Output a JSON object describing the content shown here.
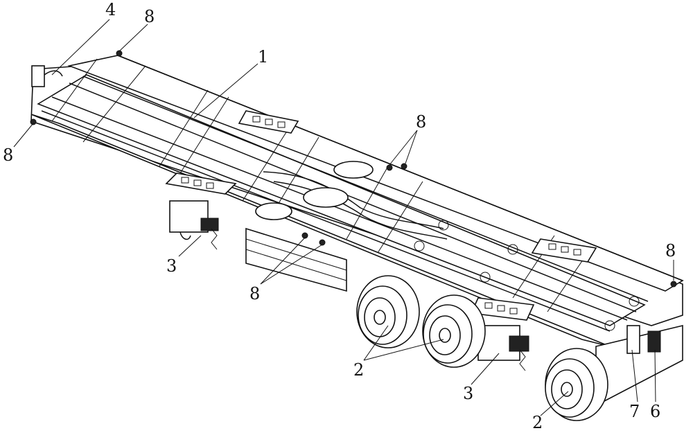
{
  "figure": {
    "labels": {
      "frame": "1",
      "wheel_front_pair": "2",
      "wheel_rear": "2",
      "suspension_front": "3",
      "suspension_rear": "3",
      "coupler": "4",
      "part_six": "6",
      "part_seven": "7",
      "lock_top": "8",
      "lock_left": "8",
      "lock_mid_right": "8",
      "lock_mid_lower": "8",
      "lock_rear_right": "8"
    }
  }
}
